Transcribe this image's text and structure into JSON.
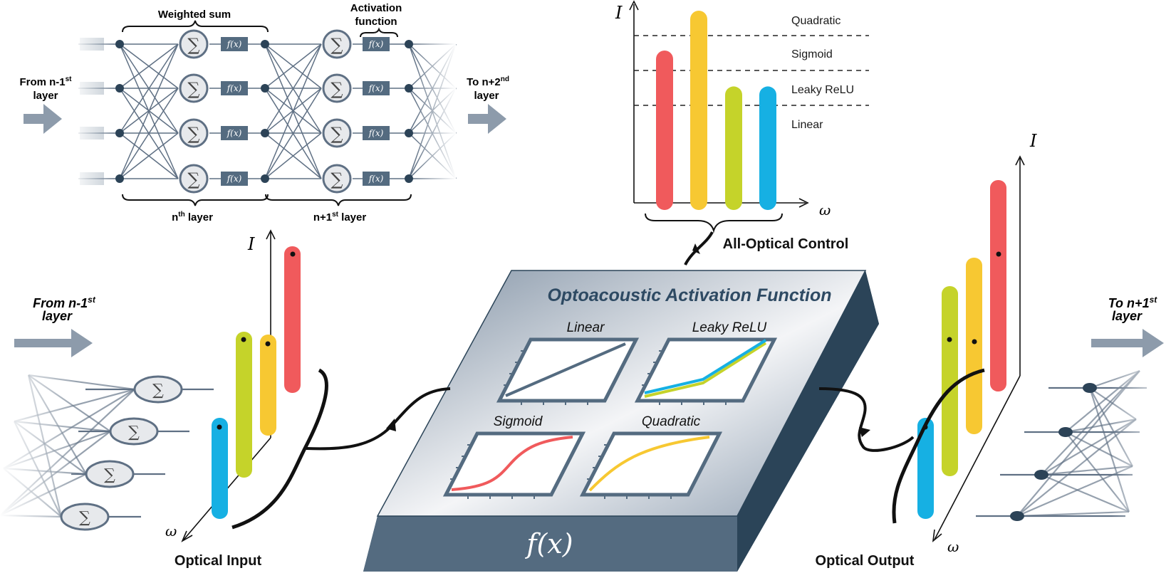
{
  "top_network": {
    "weighted_sum": "Weighted sum",
    "activation_function": [
      "Activation",
      "function"
    ],
    "from_prev": [
      "From n-1",
      "st",
      "layer"
    ],
    "to_next": [
      "To n+2",
      "nd",
      "layer"
    ],
    "nth_layer": [
      "n",
      "th",
      " layer"
    ],
    "n1_layer": [
      "n+1",
      "st",
      " layer"
    ],
    "sum_symbol": "∑",
    "f_label": "f(x)"
  },
  "control_chart": {
    "y_label": "I",
    "x_label": "ω",
    "levels": [
      "Quadratic",
      "Sigmoid",
      "Leaky ReLU",
      "Linear"
    ],
    "caption": "All-Optical Control",
    "bars": [
      {
        "color": "#f05a5c",
        "value": 0.8
      },
      {
        "color": "#f7c832",
        "value": 1.0
      },
      {
        "color": "#c5d32a",
        "value": 0.62
      },
      {
        "color": "#16b0e3",
        "value": 0.62
      }
    ]
  },
  "device": {
    "title": "Optoacoustic Activation Function",
    "front_label": "f(x)",
    "panels": [
      {
        "name": "Linear",
        "color": "#546b80"
      },
      {
        "name": "Leaky ReLU",
        "color": "#16b0e3"
      },
      {
        "name": "Sigmoid",
        "color": "#f05a5c"
      },
      {
        "name": "Quadratic",
        "color": "#f7c832"
      }
    ]
  },
  "input_side": {
    "from_label": [
      "From n-1",
      "st",
      "layer"
    ],
    "caption": "Optical Input",
    "x_label": "ω",
    "y_label": "I"
  },
  "output_side": {
    "to_label": [
      "To n+1",
      "st",
      "layer"
    ],
    "caption": "Optical Output",
    "x_label": "ω",
    "y_label": "I"
  },
  "colors": {
    "red": "#f05a5c",
    "yellow": "#f7c832",
    "green": "#c5d32a",
    "blue": "#16b0e3",
    "slate": "#546b80",
    "dark_slate": "#2c4357",
    "arrow_gray": "#8d9bab"
  }
}
